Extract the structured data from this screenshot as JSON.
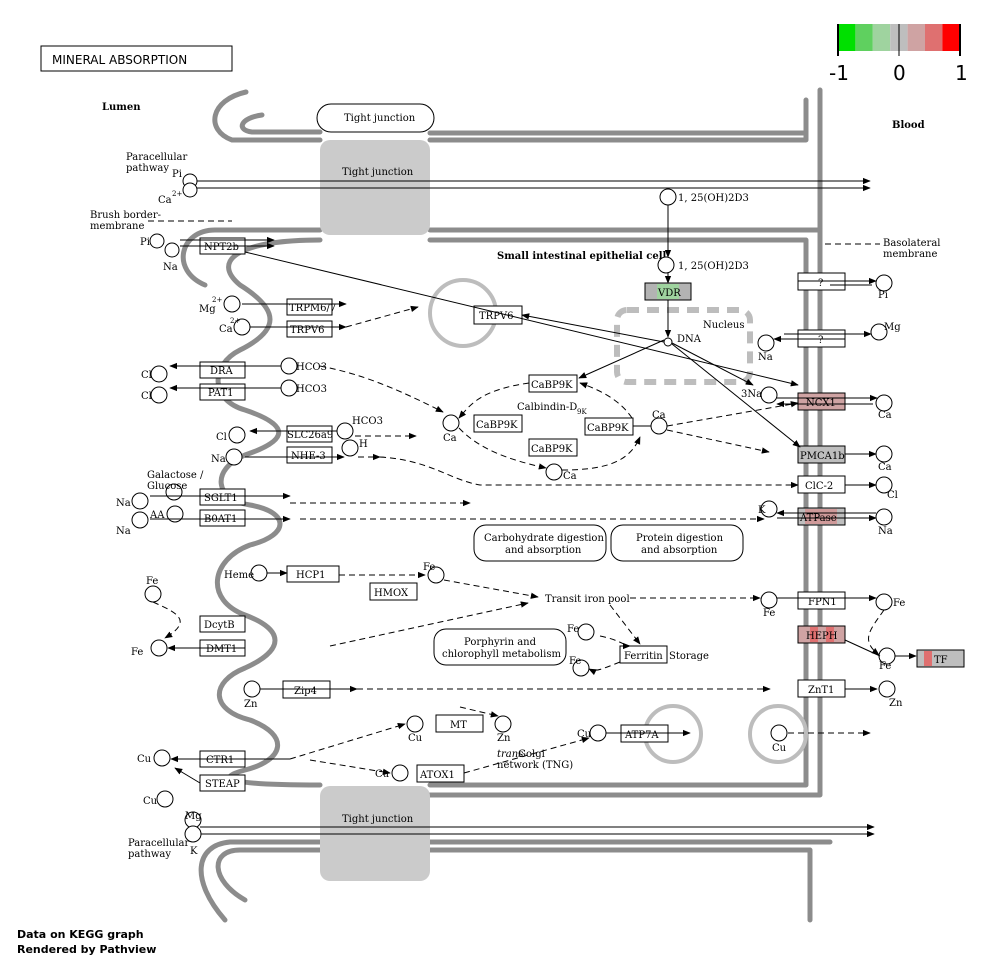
{
  "title": "MINERAL ABSORPTION",
  "regions": {
    "lumen": "Lumen",
    "blood": "Blood",
    "cell": "Small intestinal epithelial cell",
    "nucleus": "Nucleus"
  },
  "legend": {
    "ticks": [
      "-1",
      "0",
      "1"
    ],
    "colors": [
      "#00e000",
      "#5fd05f",
      "#9fd39f",
      "#bebebe",
      "#cfa3a3",
      "#df7070",
      "#ff0000"
    ]
  },
  "footer": {
    "line1": "Data on KEGG graph",
    "line2": "Rendered by Pathview"
  },
  "labels": {
    "tight_junction_top": "Tight junction",
    "tight_junction_label": "Tight junction",
    "tight_junction_bottom": "Tight junction",
    "paracellular_top": [
      "Paracellular",
      "pathway"
    ],
    "paracellular_bottom": [
      "Paracellular",
      "pathway"
    ],
    "brush_border": [
      "Brush border-",
      "membrane"
    ],
    "basolateral": [
      "Basolateral",
      "membrane"
    ],
    "calbindin": "Calbindin-D",
    "calbindin_sub": "9K",
    "storage": "Storage",
    "golgi": [
      "trans",
      "Golgi",
      "network (TNG)"
    ],
    "transit_iron_pool": "Transit iron pool",
    "galactose": [
      "Galactose /",
      "Glucose"
    ],
    "heme": "Heme",
    "vitd_top": "1, 25(OH)2D3",
    "vitd_mid": "1, 25(OH)2D3",
    "dna": "DNA"
  },
  "pathways": {
    "carb": [
      "Carbohydrate digestion",
      "and absorption"
    ],
    "protein": [
      "Protein digestion",
      "and absorption"
    ],
    "porph": [
      "Porphyrin and",
      "chlorophyll metabolism"
    ]
  },
  "genes": {
    "NPT2b": "NPT2b",
    "TRPM67": "TRPM6/7",
    "TRPV6": "TRPV6",
    "TRPV6_in": "TRPV6",
    "DRA": "DRA",
    "PAT1": "PAT1",
    "SLC26a9": "SLC26a9",
    "NHE3": "NHE-3",
    "SGLT1": "SGLT1",
    "B0AT1": "B0AT1",
    "HCP1": "HCP1",
    "HMOX": "HMOX",
    "DcytB": "DcytB",
    "DMT1": "DMT1",
    "Zip4": "Zip4",
    "CTR1": "CTR1",
    "STEAP": "STEAP",
    "MT": "MT",
    "ATOX1": "ATOX1",
    "ATP7A": "ATP7A",
    "VDR": "VDR",
    "CaBP9K_1": "CaBP9K",
    "CaBP9K_2": "CaBP9K",
    "CaBP9K_3": "CaBP9K",
    "CaBP9K_4": "CaBP9K",
    "Ferritin": "Ferritin",
    "Q1": "?",
    "Q2": "?",
    "NCX1": "NCX1",
    "PMCA1b": "PMCA1b",
    "ClC2": "ClC-2",
    "ATPase": "ATPase",
    "FPN1": "FPN1",
    "HEPH": "HEPH",
    "TF": "TF",
    "ZnT1": "ZnT1"
  },
  "compounds": {
    "Pi_para": "Pi",
    "Ca_para": "Ca",
    "Pi_npt": "Pi",
    "Na_npt": "Na",
    "Mg_trpm": "Mg",
    "Ca_trpv": "Ca",
    "Cl_dra": "Cl",
    "HCO3_dra": "HCO3",
    "Cl_pat": "Cl",
    "HCO3_pat": "HCO3",
    "HCO3_slc": "HCO3",
    "Cl_slc": "Cl",
    "H_nhe": "H",
    "Na_nhe": "Na",
    "Na_sglt": "Na",
    "AA": "AA",
    "Na_b0": "Na",
    "Fe3_lumen": "Fe",
    "Fe2_lumen": "Fe",
    "Fe2_hcp": "Fe",
    "Fe2_pool": "Fe",
    "Fe3_pool": "Fe",
    "Zn_lumen": "Zn",
    "Cu_ctr": "Cu",
    "Cu_steap": "Cu",
    "Mg_bottom": "Mg",
    "K_bottom": "K",
    "Cu_mt": "Cu",
    "Zn_mt": "Zn",
    "Cu_atox": "Cu",
    "Cu_atp7a": "Cu",
    "Cu_ves": "Cu",
    "Ca_cell": "Ca",
    "Ca_calb": "Ca",
    "Ca_calb2": "Ca",
    "Pi_blood": "Pi",
    "Mg_blood": "Mg",
    "Na_q2": "Na",
    "Na3_ncx": "3Na",
    "Ca_ncx": "Ca",
    "Ca_pmca": "Ca",
    "Cl_clc": "Cl",
    "K_atpase": "K",
    "Na_atpase": "Na",
    "Fe2_fpn": "Fe",
    "Fe2_fpn_out": "Fe",
    "Fe3_tf": "Fe",
    "Zn_znt": "Zn"
  }
}
